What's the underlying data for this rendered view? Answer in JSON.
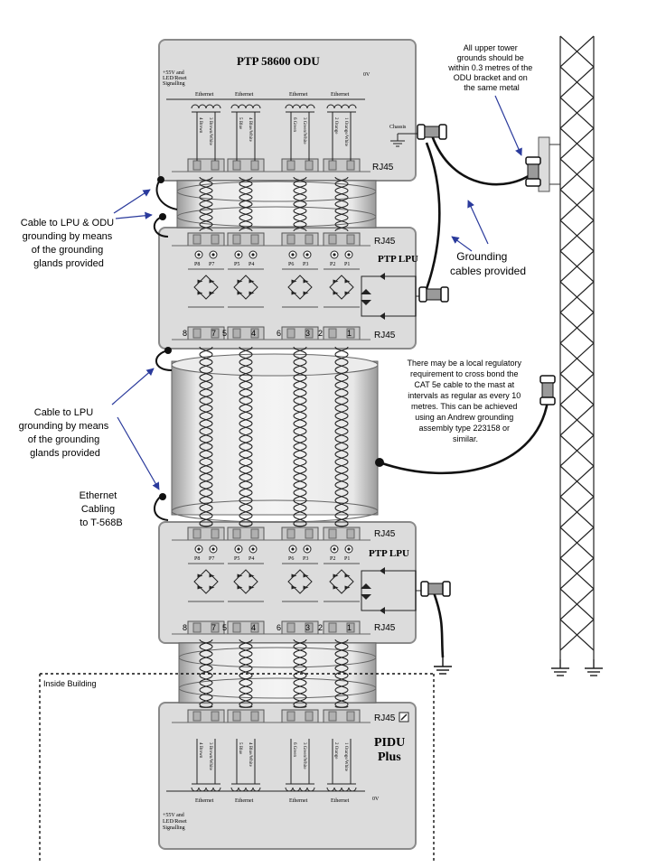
{
  "odu": {
    "title": "PTP 58600 ODU",
    "power_label_lines": [
      "+55V and",
      "LED/Reset",
      "Signalling"
    ],
    "zero_v": "0V",
    "ethernet_labels": [
      "Ethernet",
      "Ethernet",
      "Ethernet",
      "Ethernet"
    ],
    "pair_labels": [
      "4 Brown",
      "3 Brown/White",
      "5 Blue",
      "4 Blue/White",
      "6 Green",
      "3 Green/White",
      "2 Orange",
      "1 Orange/White"
    ],
    "chassis": "Chassis",
    "rj45": "RJ45"
  },
  "lpu_top": {
    "title": "PTP LPU",
    "rj45_top": "RJ45",
    "rj45_bottom": "RJ45",
    "pins": [
      "P8",
      "P7",
      "P5",
      "P4",
      "P6",
      "P3",
      "P2",
      "P1"
    ],
    "bottom_pins": [
      "8",
      "7",
      "5",
      "4",
      "6",
      "3",
      "2",
      "1"
    ]
  },
  "lpu_bottom": {
    "title": "PTP LPU",
    "rj45_top": "RJ45",
    "rj45_bottom": "RJ45",
    "pins": [
      "P8",
      "P7",
      "P5",
      "P4",
      "P6",
      "P3",
      "P2",
      "P1"
    ],
    "bottom_pins": [
      "8",
      "7",
      "5",
      "4",
      "6",
      "3",
      "2",
      "1"
    ]
  },
  "pidu": {
    "title_lines": [
      "PIDU",
      "Plus"
    ],
    "rj45": "RJ45",
    "pair_labels": [
      "4 Brown",
      "3 Brown/White",
      "5 Blue",
      "4 Blue/White",
      "6 Green",
      "3 Green/White",
      "2 Orange",
      "1 Orange/White"
    ],
    "ethernet_labels": [
      "Ethernet",
      "Ethernet",
      "Ethernet",
      "Ethernet"
    ],
    "zero_v": "0V",
    "power_label_lines": [
      "+55V and",
      "LED/Reset",
      "Signalling"
    ]
  },
  "notes": {
    "upper_grounds": [
      "All upper tower",
      "grounds should be",
      "within 0.3 metres of the",
      "ODU bracket and on",
      "the same metal"
    ],
    "cable_lpu_odu": [
      "Cable to LPU & ODU",
      "grounding by means",
      "of the grounding",
      "glands provided"
    ],
    "grounding_cables": [
      "Grounding",
      "cables provided"
    ],
    "cross_bond": [
      "There may be a local regulatory",
      "requirement to cross bond the",
      "CAT 5e cable to the mast at",
      "intervals as regular as every 10",
      "metres. This can be achieved",
      "using an Andrew grounding",
      "assembly type 223158 or",
      "similar."
    ],
    "cable_lpu": [
      "Cable to LPU",
      "grounding by means",
      "of the grounding",
      "glands provided"
    ],
    "ethernet_cabling": [
      "Ethernet",
      "Cabling",
      "to T-568B"
    ],
    "inside_building": "Inside Building"
  },
  "colors": {
    "box_fill": "#dcdcdc",
    "box_stroke": "#8a8a8a",
    "cable_fill": "#e6e6e6",
    "arrow": "#2a3a9c",
    "line": "#111111"
  }
}
